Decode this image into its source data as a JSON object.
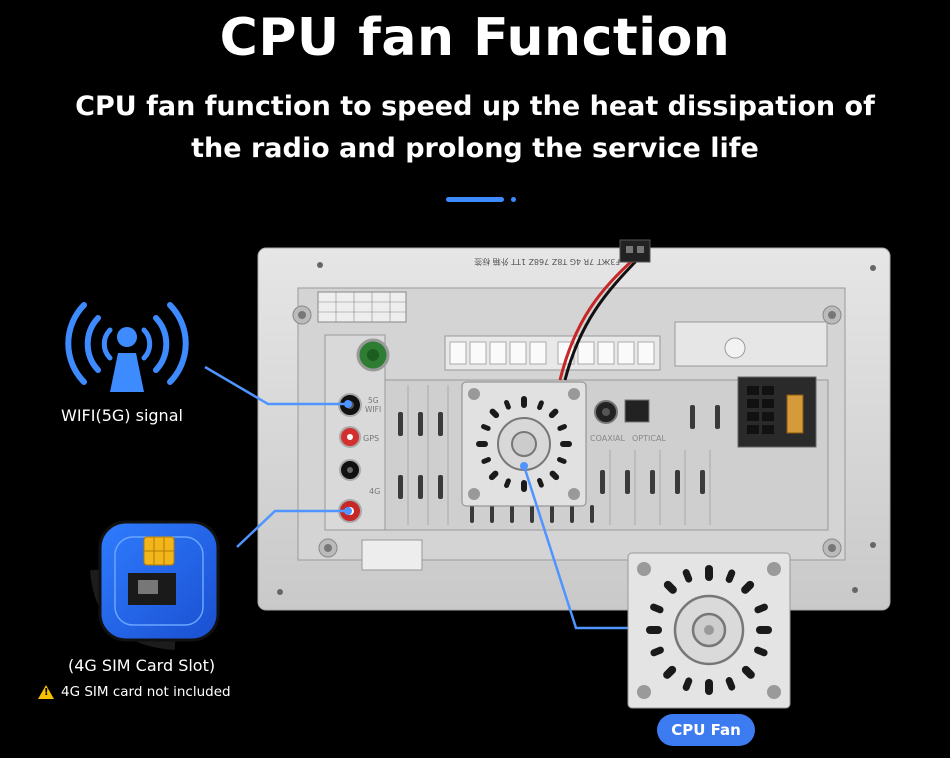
{
  "heading": {
    "title": "CPU fan Function",
    "subtitle": "CPU fan function to speed up the heat dissipation of the radio and prolong the service life"
  },
  "callouts": {
    "wifi_label": "WIFI(5G) signal",
    "sim_label": "(4G SIM Card Slot)",
    "sim_note": "4G SIM card not included",
    "fan_label": "CPU Fan"
  },
  "device_labels": {
    "port_5g": "5G",
    "port_wifi": "WIFI",
    "port_gps": "GPS",
    "port_4g": "4G",
    "coaxial": "COAXIAL",
    "optical": "OPTICAL"
  },
  "icons": [
    "wifi-signal-icon",
    "sim-card-icon",
    "warning-icon",
    "cpu-fan-icon"
  ],
  "colors": {
    "background": "#000000",
    "accent": "#3d8bff",
    "panel": "#dcdcdc",
    "warning": "#f5c000"
  }
}
